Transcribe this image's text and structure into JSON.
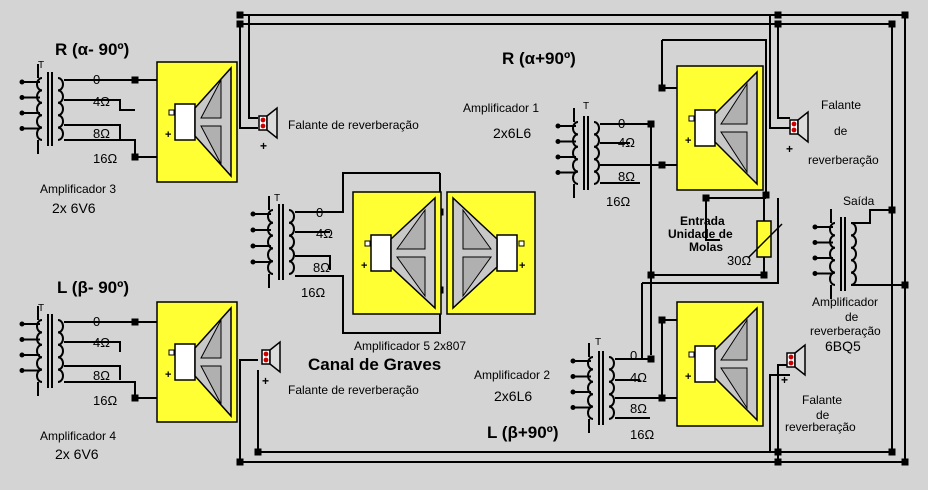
{
  "labels": {
    "amp3_channel": "R (α- 90º)",
    "amp3_name": "Amplificador  3",
    "amp3_tubes": "2x 6V6",
    "amp4_channel": "L (β- 90º)",
    "amp4_name": "Amplificador 4",
    "amp4_tubes": "2x 6V6",
    "amp1_channel": "R (α+90º)",
    "amp1_name": "Amplificador 1",
    "amp1_tubes": "2x6L6",
    "amp2_channel": "L (β+90º)",
    "amp2_name": "Amplificador 2",
    "amp2_tubes": "2x6L6",
    "amp5_name": "Amplificador 5 2x807",
    "bass_channel": "Canal de Graves",
    "reverb_speaker_a": "Falante de reverberação",
    "reverb_speaker_b": "Falante de reverberação",
    "reverb_speaker_c_1": "Falante",
    "reverb_speaker_c_2": "de",
    "reverb_speaker_c_3": "reverberação",
    "reverb_speaker_d_1": "Falante",
    "reverb_speaker_d_2": "de",
    "reverb_speaker_d_3": "reverberação",
    "spring_unit_1": "Entrada",
    "spring_unit_2": "Unidade de",
    "spring_unit_3": "Molas",
    "spring_ohm": "30Ω",
    "out_label": "Saída",
    "reverb_amp_1": "Amplificador",
    "reverb_amp_2": "de",
    "reverb_amp_3": "reverberação",
    "reverb_amp_4": "6BQ5",
    "tap_0": "0",
    "tap_4": "4Ω",
    "tap_8": "8Ω",
    "tap_16": "16Ω",
    "xfmr_t": "T",
    "plus": "+"
  },
  "colors": {
    "background": "#d4d4d4",
    "speaker_fill": "#ffff33",
    "speaker_cone": "#c8c8c8",
    "wire": "#000000",
    "coil_dot": "#cc0000"
  }
}
